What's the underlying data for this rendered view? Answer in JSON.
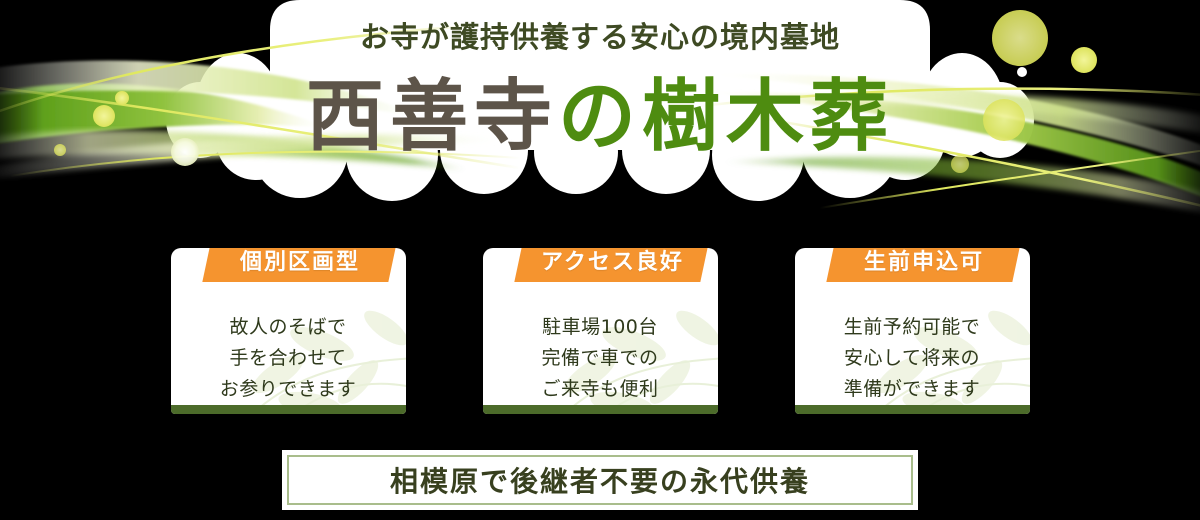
{
  "header": {
    "subtitle": "お寺が護持供養する安心の境内墓地",
    "title_dark": "西善寺",
    "title_green": "の樹木葬"
  },
  "colors": {
    "background": "#000000",
    "title_dark": "#5d5449",
    "title_green": "#4e8c10",
    "badge_orange": "#f5942f",
    "card_bar_green": "#4c6b2a",
    "ribbon_green": "#6aa52a",
    "ribbon_yellow": "#d8e05a",
    "bottom_border_green": "#a9bd8c",
    "body_text": "#2f3a1c"
  },
  "cards": [
    {
      "badge": "個別区画型",
      "lines": [
        "故人のそばで",
        "手を合わせて",
        "お参りできます"
      ]
    },
    {
      "badge": "アクセス良好",
      "lines": [
        "駐車場100台",
        "完備で車での",
        "ご来寺も便利"
      ]
    },
    {
      "badge": "生前申込可",
      "lines": [
        "生前予約可能で",
        "安心して将来の",
        "準備ができます"
      ]
    }
  ],
  "footer": {
    "text": "相模原で後継者不要の永代供養"
  }
}
